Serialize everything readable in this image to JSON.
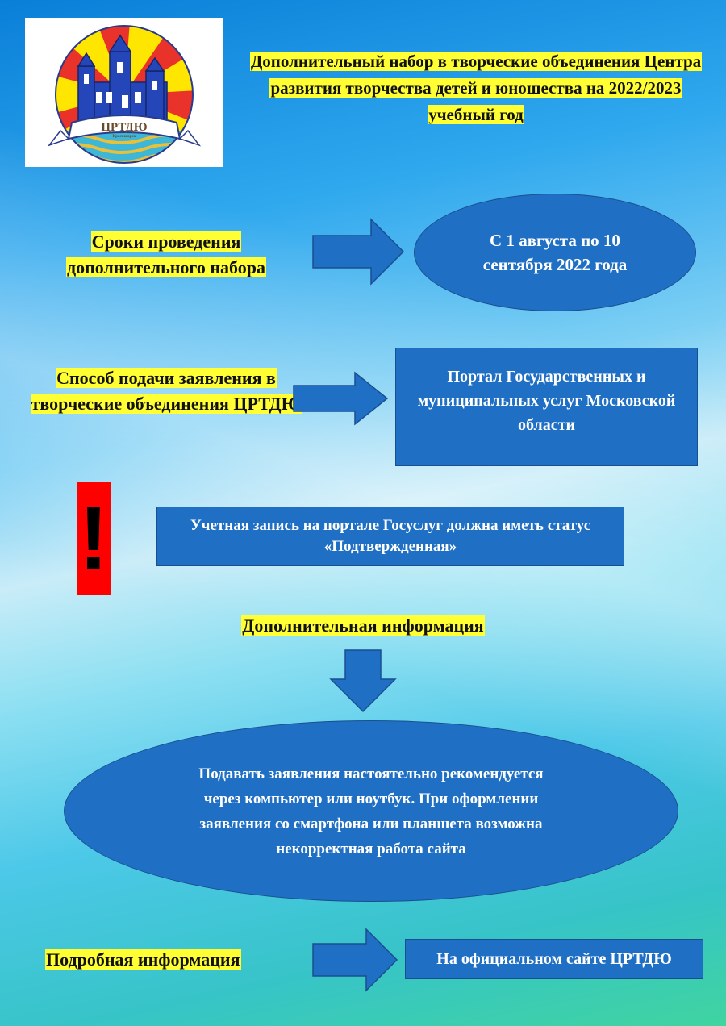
{
  "logo": {
    "name": "ЦРТДЮ",
    "subtitle": "Красногорск"
  },
  "header": {
    "title": "Дополнительный набор в творческие объединения Центра развития творчества детей и юношества на 2022/2023 учебный год"
  },
  "rows": {
    "dates": {
      "label": "Сроки проведения дополнительного набора",
      "value": "С 1 августа по 10 сентября 2022 года"
    },
    "method": {
      "label": "Способ подачи заявления в творческие объединения ЦРТДЮ",
      "value": "Портал Государственных и муниципальных услуг Московской области"
    }
  },
  "warning": {
    "mark": "!",
    "text": "Учетная запись на портале Госуслуг должна иметь статус «Подтвержденная»"
  },
  "additional": {
    "label": "Дополнительная информация",
    "text": "Подавать заявления настоятельно рекомендуется через компьютер или ноутбук. При оформлении заявления со смартфона или планшета возможна некорректная работа сайта"
  },
  "details": {
    "label": "Подробная информация",
    "value": "На официальном сайте ЦРТДЮ"
  },
  "colors": {
    "highlight": "#ffff33",
    "box_blue": "#1f6fc4",
    "warning_red": "#ff0000"
  }
}
